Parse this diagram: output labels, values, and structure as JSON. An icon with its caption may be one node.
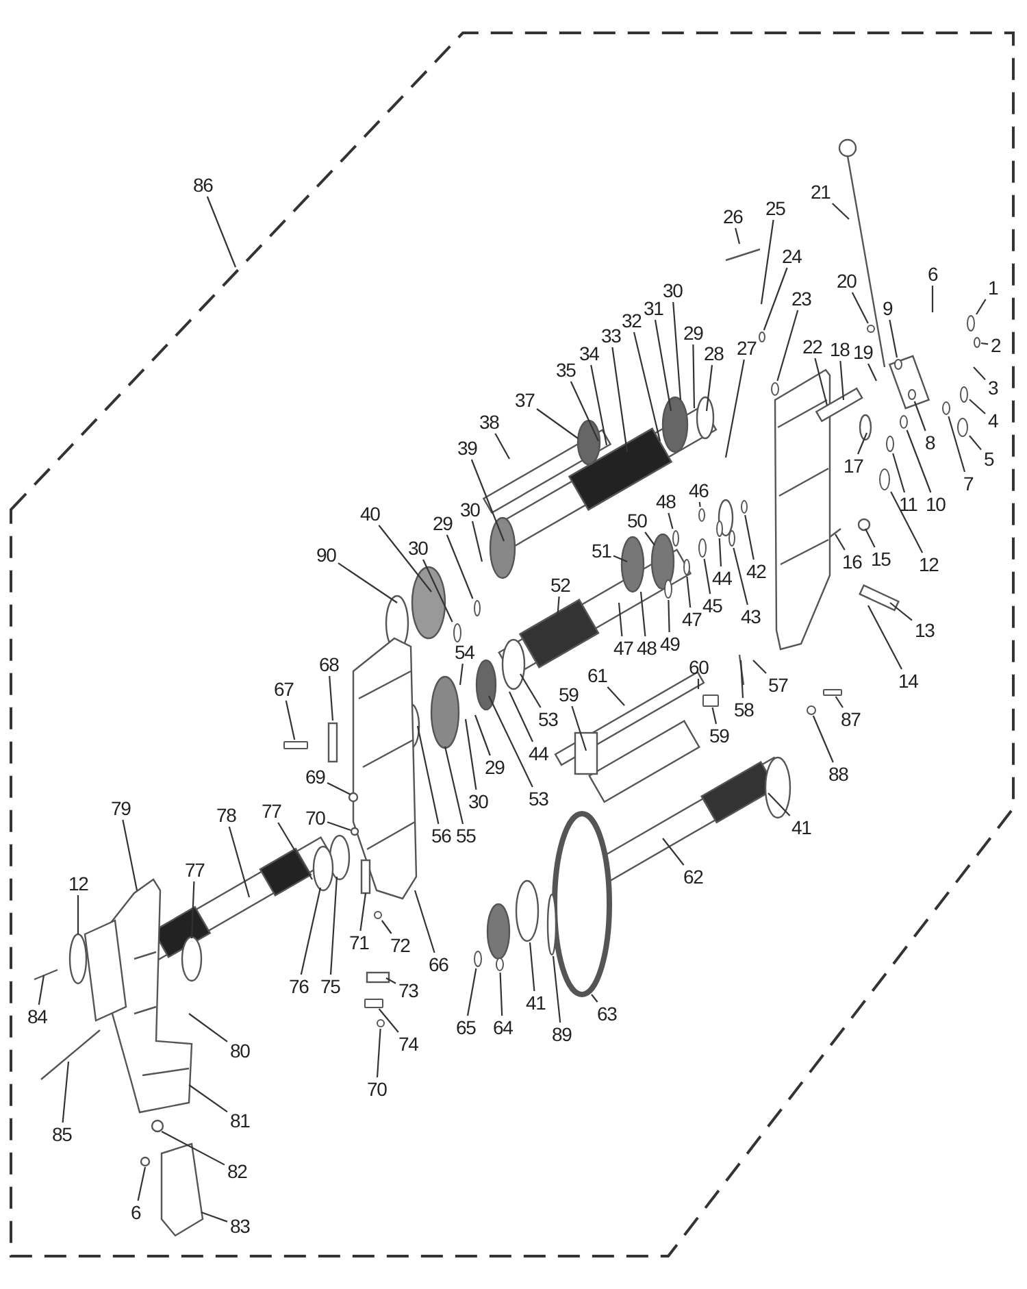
{
  "diagram": {
    "nodes": [
      {
        "text": [
          "1"
        ]
      },
      {
        "text": [
          "2"
        ]
      },
      {
        "text": [
          "3"
        ]
      },
      {
        "text": [
          "4"
        ]
      },
      {
        "text": [
          "5"
        ]
      },
      {
        "text": [
          "6"
        ]
      },
      {
        "text": [
          "7"
        ]
      },
      {
        "text": [
          "8"
        ]
      },
      {
        "text": [
          "9"
        ]
      },
      {
        "text": [
          "10"
        ]
      },
      {
        "text": [
          "11"
        ]
      },
      {
        "text": [
          "12"
        ]
      },
      {
        "text": [
          "13"
        ]
      },
      {
        "text": [
          "14"
        ]
      },
      {
        "text": [
          "15"
        ]
      },
      {
        "text": [
          "16"
        ]
      },
      {
        "text": [
          "17"
        ]
      },
      {
        "text": [
          "18"
        ]
      },
      {
        "text": [
          "19"
        ]
      },
      {
        "text": [
          "20"
        ]
      },
      {
        "text": [
          "21"
        ]
      },
      {
        "text": [
          "22"
        ]
      },
      {
        "text": [
          "23"
        ]
      },
      {
        "text": [
          "24"
        ]
      },
      {
        "text": [
          "25"
        ]
      },
      {
        "text": [
          "26"
        ]
      },
      {
        "text": [
          "27"
        ]
      },
      {
        "text": [
          "28"
        ]
      },
      {
        "text": [
          "29"
        ]
      },
      {
        "text": [
          "30"
        ]
      },
      {
        "text": [
          "31"
        ]
      },
      {
        "text": [
          "32"
        ]
      },
      {
        "text": [
          "33"
        ]
      },
      {
        "text": [
          "34"
        ]
      },
      {
        "text": [
          "35"
        ]
      },
      {
        "text": [
          "37"
        ]
      },
      {
        "text": [
          "38"
        ]
      },
      {
        "text": [
          "39"
        ]
      },
      {
        "text": [
          "40"
        ]
      },
      {
        "text": [
          "90"
        ]
      },
      {
        "text": [
          "30"
        ]
      },
      {
        "text": [
          "29"
        ]
      },
      {
        "text": [
          "30"
        ]
      },
      {
        "text": [
          "51"
        ]
      },
      {
        "text": [
          "50"
        ]
      },
      {
        "text": [
          "48"
        ]
      },
      {
        "text": [
          "46"
        ]
      },
      {
        "text": [
          "52"
        ]
      },
      {
        "text": [
          "47"
        ]
      },
      {
        "text": [
          "48"
        ]
      },
      {
        "text": [
          "49"
        ]
      },
      {
        "text": [
          "47"
        ]
      },
      {
        "text": [
          "45"
        ]
      },
      {
        "text": [
          "44"
        ]
      },
      {
        "text": [
          "42"
        ]
      },
      {
        "text": [
          "43"
        ]
      },
      {
        "text": [
          "54"
        ]
      },
      {
        "text": [
          "53"
        ]
      },
      {
        "text": [
          "44"
        ]
      },
      {
        "text": [
          "53"
        ]
      },
      {
        "text": [
          "29"
        ]
      },
      {
        "text": [
          "30"
        ]
      },
      {
        "text": [
          "56"
        ]
      },
      {
        "text": [
          "55"
        ]
      },
      {
        "text": [
          "59"
        ]
      },
      {
        "text": [
          "61"
        ]
      },
      {
        "text": [
          "60"
        ]
      },
      {
        "text": [
          "59"
        ]
      },
      {
        "text": [
          "58"
        ]
      },
      {
        "text": [
          "57"
        ]
      },
      {
        "text": [
          "87"
        ]
      },
      {
        "text": [
          "88"
        ]
      },
      {
        "text": [
          "41"
        ]
      },
      {
        "text": [
          "62"
        ]
      },
      {
        "text": [
          "63"
        ]
      },
      {
        "text": [
          "64"
        ]
      },
      {
        "text": [
          "65"
        ]
      },
      {
        "text": [
          "41"
        ]
      },
      {
        "text": [
          "89"
        ]
      },
      {
        "text": [
          "66"
        ]
      },
      {
        "text": [
          "67"
        ]
      },
      {
        "text": [
          "68"
        ]
      },
      {
        "text": [
          "69"
        ]
      },
      {
        "text": [
          "70"
        ]
      },
      {
        "text": [
          "71"
        ]
      },
      {
        "text": [
          "72"
        ]
      },
      {
        "text": [
          "73"
        ]
      },
      {
        "text": [
          "74"
        ]
      },
      {
        "text": [
          "70"
        ]
      },
      {
        "text": [
          "75"
        ]
      },
      {
        "text": [
          "76"
        ]
      },
      {
        "text": [
          "77"
        ]
      },
      {
        "text": [
          "78"
        ]
      },
      {
        "text": [
          "77"
        ]
      },
      {
        "text": [
          "79"
        ]
      },
      {
        "text": [
          "12"
        ]
      },
      {
        "text": [
          "84"
        ]
      },
      {
        "text": [
          "85"
        ]
      },
      {
        "text": [
          "80"
        ]
      },
      {
        "text": [
          "81"
        ]
      },
      {
        "text": [
          "82"
        ]
      },
      {
        "text": [
          "6"
        ]
      },
      {
        "text": [
          "83"
        ]
      },
      {
        "text": [
          "86"
        ]
      },
      {
        "text": [],
        "shape": "circle"
      },
      {
        "text": [],
        "shape": "circle"
      },
      {
        "text": [],
        "shape": "circle"
      },
      {
        "text": [],
        "shape": "circle"
      },
      {
        "text": [],
        "shape": "circle"
      },
      {
        "text": [],
        "shape": "circle"
      },
      {
        "text": [],
        "shape": "circle"
      },
      {
        "text": [],
        "shape": "circle"
      },
      {
        "text": [],
        "shape": "circle"
      },
      {
        "text": [],
        "shape": "circle"
      },
      {
        "text": [],
        "shape": "circle"
      },
      {
        "text": [],
        "shape": "circle"
      },
      {
        "text": [],
        "shape": "circle"
      },
      {
        "text": [],
        "shape": "circle"
      },
      {
        "text": [],
        "shape": "box"
      },
      {
        "text": [],
        "shape": "circle"
      },
      {
        "text": [],
        "shape": "circle"
      },
      {
        "text": [],
        "shape": "circle"
      },
      {
        "text": [],
        "shape": "box"
      },
      {
        "text": [],
        "shape": "circle"
      },
      {
        "text": [],
        "shape": "box"
      },
      {
        "text": [],
        "shape": "circle"
      },
      {
        "text": [],
        "shape": "circle"
      },
      {
        "text": [],
        "shape": "circle"
      },
      {
        "text": [],
        "shape": "circle"
      },
      {
        "text": [],
        "shape": "circle"
      },
      {
        "text": [],
        "shape": "box"
      },
      {
        "text": [],
        "shape": "circle"
      },
      {
        "text": [],
        "shape": "circle"
      },
      {
        "text": [],
        "shape": "circle"
      },
      {
        "text": [],
        "shape": "circle"
      },
      {
        "text": [],
        "shape": "circle"
      }
    ],
    "edges": [
      {
        "from": 0,
        "to": 104,
        "arrow": "none"
      },
      {
        "from": 1,
        "to": 125,
        "arrow": "none"
      },
      {
        "from": 2,
        "to": null,
        "arrow": "none"
      },
      {
        "from": 3,
        "to": 105,
        "arrow": "none"
      },
      {
        "from": 4,
        "to": 106,
        "arrow": "none"
      },
      {
        "from": 5,
        "to": null,
        "arrow": "none"
      },
      {
        "from": 6,
        "to": 107,
        "arrow": "none"
      },
      {
        "from": 7,
        "to": 126,
        "arrow": "none"
      },
      {
        "from": 8,
        "to": 108,
        "arrow": "none"
      },
      {
        "from": 9,
        "to": 109,
        "arrow": "none"
      },
      {
        "from": 10,
        "to": 110,
        "arrow": "none"
      },
      {
        "from": 11,
        "to": 111,
        "arrow": "none"
      },
      {
        "from": 12,
        "to": null,
        "arrow": "none"
      },
      {
        "from": 13,
        "to": null,
        "arrow": "none"
      },
      {
        "from": 14,
        "to": null,
        "arrow": "none"
      },
      {
        "from": 15,
        "to": null,
        "arrow": "none"
      },
      {
        "from": 16,
        "to": null,
        "arrow": "none"
      },
      {
        "from": 17,
        "to": null,
        "arrow": "none"
      },
      {
        "from": 18,
        "to": null,
        "arrow": "none"
      },
      {
        "from": 19,
        "to": 112,
        "arrow": "none"
      },
      {
        "from": 20,
        "to": null,
        "arrow": "none"
      },
      {
        "from": 21,
        "to": null,
        "arrow": "none"
      },
      {
        "from": 22,
        "to": 113,
        "arrow": "none"
      },
      {
        "from": 23,
        "to": 114,
        "arrow": "none"
      },
      {
        "from": 24,
        "to": null,
        "arrow": "none"
      },
      {
        "from": 25,
        "to": null,
        "arrow": "none"
      },
      {
        "from": 26,
        "to": null,
        "arrow": "none"
      },
      {
        "from": 27,
        "to": null,
        "arrow": "none"
      },
      {
        "from": 28,
        "to": null,
        "arrow": "none"
      },
      {
        "from": 29,
        "to": null,
        "arrow": "none"
      },
      {
        "from": 30,
        "to": null,
        "arrow": "none"
      },
      {
        "from": 31,
        "to": null,
        "arrow": "none"
      },
      {
        "from": 32,
        "to": null,
        "arrow": "none"
      },
      {
        "from": 33,
        "to": null,
        "arrow": "none"
      },
      {
        "from": 34,
        "to": null,
        "arrow": "none"
      },
      {
        "from": 35,
        "to": null,
        "arrow": "none"
      },
      {
        "from": 36,
        "to": null,
        "arrow": "none"
      },
      {
        "from": 37,
        "to": null,
        "arrow": "none"
      },
      {
        "from": 38,
        "to": null,
        "arrow": "none"
      },
      {
        "from": 39,
        "to": null,
        "arrow": "none"
      },
      {
        "from": 40,
        "to": 115,
        "arrow": "none"
      },
      {
        "from": 41,
        "to": 127,
        "arrow": "none"
      },
      {
        "from": 42,
        "to": null,
        "arrow": "none"
      },
      {
        "from": 43,
        "to": null,
        "arrow": "none"
      },
      {
        "from": 44,
        "to": null,
        "arrow": "none"
      },
      {
        "from": 45,
        "to": 128,
        "arrow": "none"
      },
      {
        "from": 46,
        "to": 133,
        "arrow": "none"
      },
      {
        "from": 47,
        "to": null,
        "arrow": "none"
      },
      {
        "from": 48,
        "to": null,
        "arrow": "none"
      },
      {
        "from": 49,
        "to": null,
        "arrow": "none"
      },
      {
        "from": 50,
        "to": 116,
        "arrow": "none"
      },
      {
        "from": 51,
        "to": 129,
        "arrow": "none"
      },
      {
        "from": 52,
        "to": 117,
        "arrow": "none"
      },
      {
        "from": 53,
        "to": 132,
        "arrow": "none"
      },
      {
        "from": 54,
        "to": 135,
        "arrow": "none"
      },
      {
        "from": 55,
        "to": 134,
        "arrow": "none"
      },
      {
        "from": 56,
        "to": null,
        "arrow": "none"
      },
      {
        "from": 57,
        "to": null,
        "arrow": "none"
      },
      {
        "from": 58,
        "to": null,
        "arrow": "none"
      },
      {
        "from": 59,
        "to": null,
        "arrow": "none"
      },
      {
        "from": 60,
        "to": null,
        "arrow": "none"
      },
      {
        "from": 61,
        "to": null,
        "arrow": "none"
      },
      {
        "from": 62,
        "to": null,
        "arrow": "none"
      },
      {
        "from": 63,
        "to": null,
        "arrow": "none"
      },
      {
        "from": 64,
        "to": null,
        "arrow": "none"
      },
      {
        "from": 65,
        "to": null,
        "arrow": "none"
      },
      {
        "from": 66,
        "to": null,
        "arrow": "none"
      },
      {
        "from": 67,
        "to": 118,
        "arrow": "none"
      },
      {
        "from": 68,
        "to": null,
        "arrow": "none"
      },
      {
        "from": 69,
        "to": null,
        "arrow": "none"
      },
      {
        "from": 70,
        "to": 130,
        "arrow": "none"
      },
      {
        "from": 71,
        "to": 119,
        "arrow": "none"
      },
      {
        "from": 72,
        "to": null,
        "arrow": "none"
      },
      {
        "from": 73,
        "to": null,
        "arrow": "none"
      },
      {
        "from": 74,
        "to": null,
        "arrow": "none"
      },
      {
        "from": 75,
        "to": 131,
        "arrow": "none"
      },
      {
        "from": 76,
        "to": 120,
        "arrow": "none"
      },
      {
        "from": 77,
        "to": null,
        "arrow": "none"
      },
      {
        "from": 78,
        "to": null,
        "arrow": "none"
      },
      {
        "from": 79,
        "to": null,
        "arrow": "none"
      },
      {
        "from": 80,
        "to": 124,
        "arrow": "none"
      },
      {
        "from": 81,
        "to": null,
        "arrow": "none"
      },
      {
        "from": 82,
        "to": null,
        "arrow": "none"
      },
      {
        "from": 83,
        "to": null,
        "arrow": "none"
      },
      {
        "from": 84,
        "to": null,
        "arrow": "none"
      },
      {
        "from": 85,
        "to": 121,
        "arrow": "none"
      },
      {
        "from": 86,
        "to": null,
        "arrow": "none"
      },
      {
        "from": 87,
        "to": 122,
        "arrow": "none"
      },
      {
        "from": 88,
        "to": 123,
        "arrow": "none"
      },
      {
        "from": 89,
        "to": null,
        "arrow": "none"
      },
      {
        "from": 90,
        "to": null,
        "arrow": "none"
      },
      {
        "from": 91,
        "to": null,
        "arrow": "none"
      },
      {
        "from": 92,
        "to": null,
        "arrow": "none"
      },
      {
        "from": 93,
        "to": null,
        "arrow": "none"
      },
      {
        "from": 94,
        "to": null,
        "arrow": "none"
      },
      {
        "from": 95,
        "to": null,
        "arrow": "none"
      },
      {
        "from": 96,
        "to": null,
        "arrow": "none"
      },
      {
        "from": 97,
        "to": null,
        "arrow": "none"
      },
      {
        "from": 98,
        "to": null,
        "arrow": "none"
      },
      {
        "from": 99,
        "to": null,
        "arrow": "none"
      },
      {
        "from": 100,
        "to": null,
        "arrow": "none"
      },
      {
        "from": 101,
        "to": null,
        "arrow": "none"
      },
      {
        "from": 102,
        "to": null,
        "arrow": "none"
      },
      {
        "from": 103,
        "to": null,
        "arrow": "none"
      }
    ]
  }
}
